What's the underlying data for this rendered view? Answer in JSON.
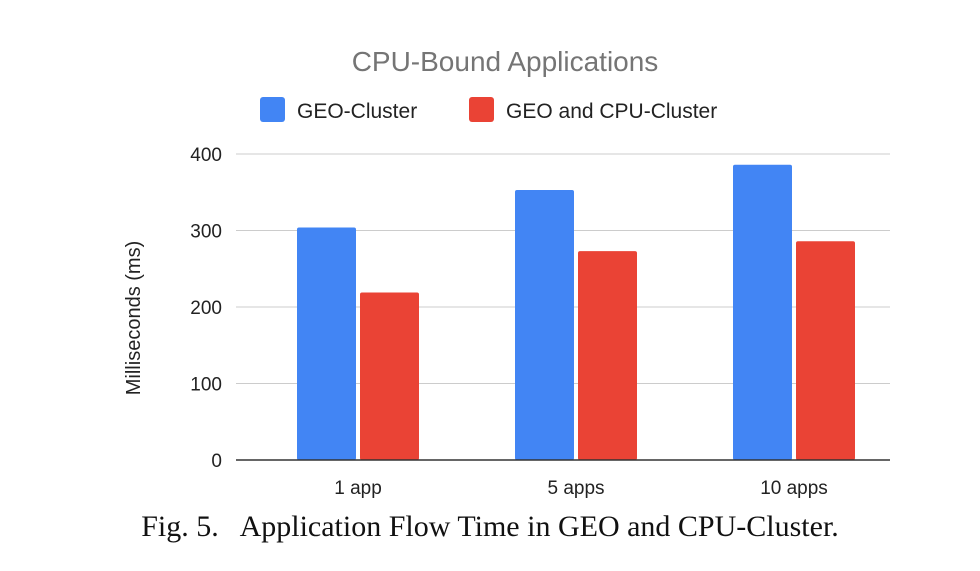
{
  "chart_data": {
    "type": "bar",
    "title": "CPU-Bound Applications",
    "categories": [
      "1 app",
      "5 apps",
      "10 apps"
    ],
    "series": [
      {
        "name": "GEO-Cluster",
        "color": "#4285f4",
        "values": [
          304,
          353,
          386
        ]
      },
      {
        "name": "GEO and CPU-Cluster",
        "color": "#ea4335",
        "values": [
          219,
          273,
          286
        ]
      }
    ],
    "xlabel": "",
    "ylabel": "Milliseconds (ms)",
    "ylim": [
      0,
      400
    ],
    "yticks": [
      0,
      100,
      200,
      300,
      400
    ],
    "grid": true,
    "legend_position": "top"
  },
  "caption": "Fig. 5.   Application Flow Time in GEO and CPU-Cluster."
}
